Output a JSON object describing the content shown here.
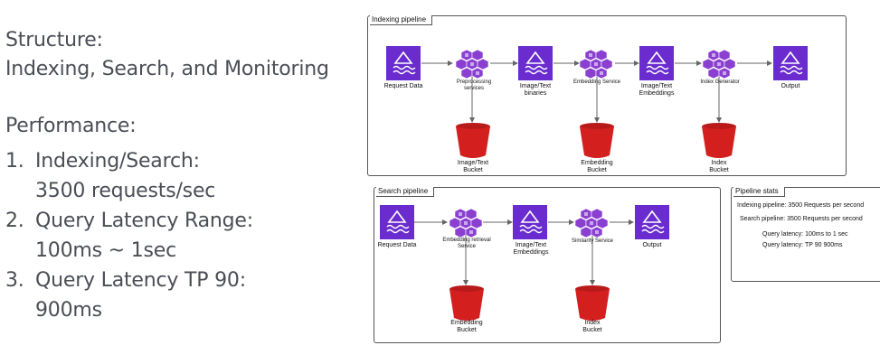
{
  "slide": {
    "structure_heading": "Structure:",
    "structure_text": "Indexing, Search, and Monitoring",
    "performance_heading": "Performance:",
    "items": [
      {
        "num": "1.",
        "line1": "Indexing/Search:",
        "line2": "3500 requests/sec"
      },
      {
        "num": "2.",
        "line1": "Query Latency Range:",
        "line2": "100ms ~ 1sec"
      },
      {
        "num": "3.",
        "line1": "Query Latency TP 90:",
        "line2": "900ms"
      }
    ]
  },
  "indexing": {
    "title": "Indexing pipeline",
    "request": "Request Data",
    "preproc1": "Preprocessing",
    "preproc2": "services",
    "binaries1": "Image/Text",
    "binaries2": "binaries",
    "embed_service": "Embedding Service",
    "embeddings1": "Image/Text",
    "embeddings2": "Embeddings",
    "index_gen": "Index Generator",
    "output": "Output",
    "bucket1a": "Image/Text",
    "bucket1b": "Bucket",
    "bucket2a": "Embedding",
    "bucket2b": "Bucket",
    "bucket3a": "Index",
    "bucket3b": "Bucket"
  },
  "search": {
    "title": "Search pipeline",
    "request": "Request Data",
    "retrieval1": "Embedding retrieval",
    "retrieval2": "Service",
    "embeddings1": "Image/Text",
    "embeddings2": "Embeddings",
    "similarity": "Similarity Service",
    "output": "Output",
    "bucket1a": "Embedding",
    "bucket1b": "Bucket",
    "bucket2a": "Index",
    "bucket2b": "Bucket"
  },
  "stats": {
    "title": "Pipeline stats",
    "line1": "Indexing pipeline: 3500 Requests per second",
    "line2": "Search pipeline: 3500 Requests per second",
    "line3": "Query latency: 100ms to 1 sec",
    "line4": "Query latency: TP 90 900ms"
  },
  "icons": [
    "service-box-icon",
    "cluster-icon",
    "bucket-icon"
  ],
  "colors": {
    "box": "#6a2ccf",
    "cluster": "#8a3fd1",
    "bucket": "#d41f1f",
    "text": "#4a4e55"
  }
}
